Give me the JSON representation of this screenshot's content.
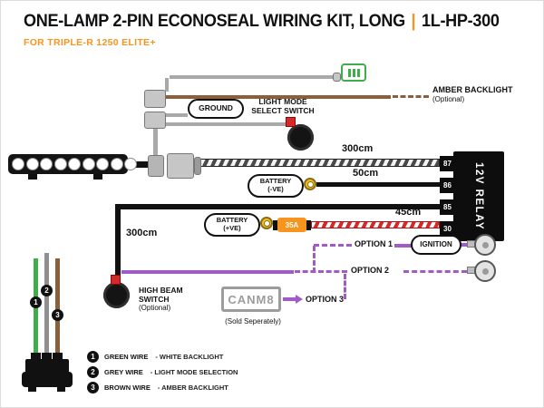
{
  "colors": {
    "accent": "#F7941E",
    "ink": "#111111",
    "green": "#3FAE49",
    "grey": "#A9A9A9",
    "brown": "#8B5E3C",
    "purple": "#A05BC8",
    "red": "#D22B2B",
    "yellow": "#F0C419"
  },
  "header": {
    "title": "ONE-LAMP 2-PIN ECONOSEAL WIRING KIT, LONG",
    "divider": "|",
    "part_number": "1L-HP-300",
    "subtitle": "FOR TRIPLE-R 1250 ELITE+"
  },
  "diagram": {
    "ground": "GROUND",
    "light_mode_switch": {
      "line1": "LIGHT MODE",
      "line2": "SELECT SWITCH"
    },
    "amber_backlight": {
      "label": "AMBER BACKLIGHT",
      "note": "(Optional)"
    },
    "battery_negative": {
      "line1": "BATTERY",
      "line2": "(-VE)"
    },
    "battery_positive": {
      "line1": "BATTERY",
      "line2": "(+VE)"
    },
    "fuse_rating": "35A",
    "relay": {
      "label": "12V RELAY",
      "pins": [
        "87",
        "86",
        "85",
        "30"
      ]
    },
    "wire_lengths": {
      "lamp_to_relay": "300cm",
      "battery_negative": "50cm",
      "battery_positive": "45cm",
      "switch_feed": "300cm"
    },
    "high_beam_switch": {
      "line1": "HIGH BEAM",
      "line2": "SWITCH",
      "note": "(Optional)"
    },
    "options": {
      "option1": "OPTION 1",
      "option2": "OPTION 2",
      "option3": "OPTION 3"
    },
    "ignition": "IGNITION",
    "canm8": {
      "label": "CANM8",
      "note": "(Sold Seperately)"
    }
  },
  "legend": [
    {
      "num": "1",
      "wire": "GREEN WIRE",
      "desc": "- WHITE BACKLIGHT"
    },
    {
      "num": "2",
      "wire": "GREY WIRE",
      "desc": "- LIGHT MODE SELECTION"
    },
    {
      "num": "3",
      "wire": "BROWN WIRE",
      "desc": "- AMBER BACKLIGHT"
    }
  ]
}
